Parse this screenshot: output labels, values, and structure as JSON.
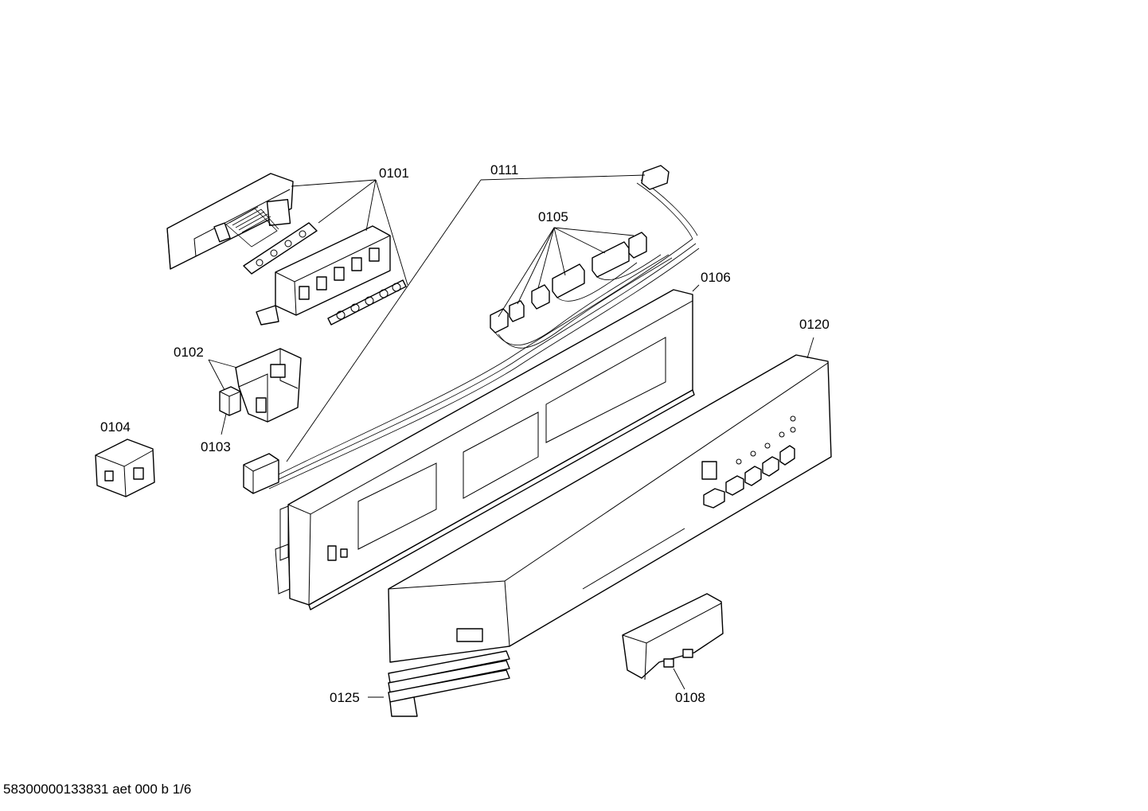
{
  "labels": {
    "p0101": "0101",
    "p0111": "0111",
    "p0105": "0105",
    "p0106": "0106",
    "p0120": "0120",
    "p0102": "0102",
    "p0103": "0103",
    "p0104": "0104",
    "p0125": "0125",
    "p0108": "0108"
  },
  "footer": "58300000133831 aet 000 b 1/6"
}
